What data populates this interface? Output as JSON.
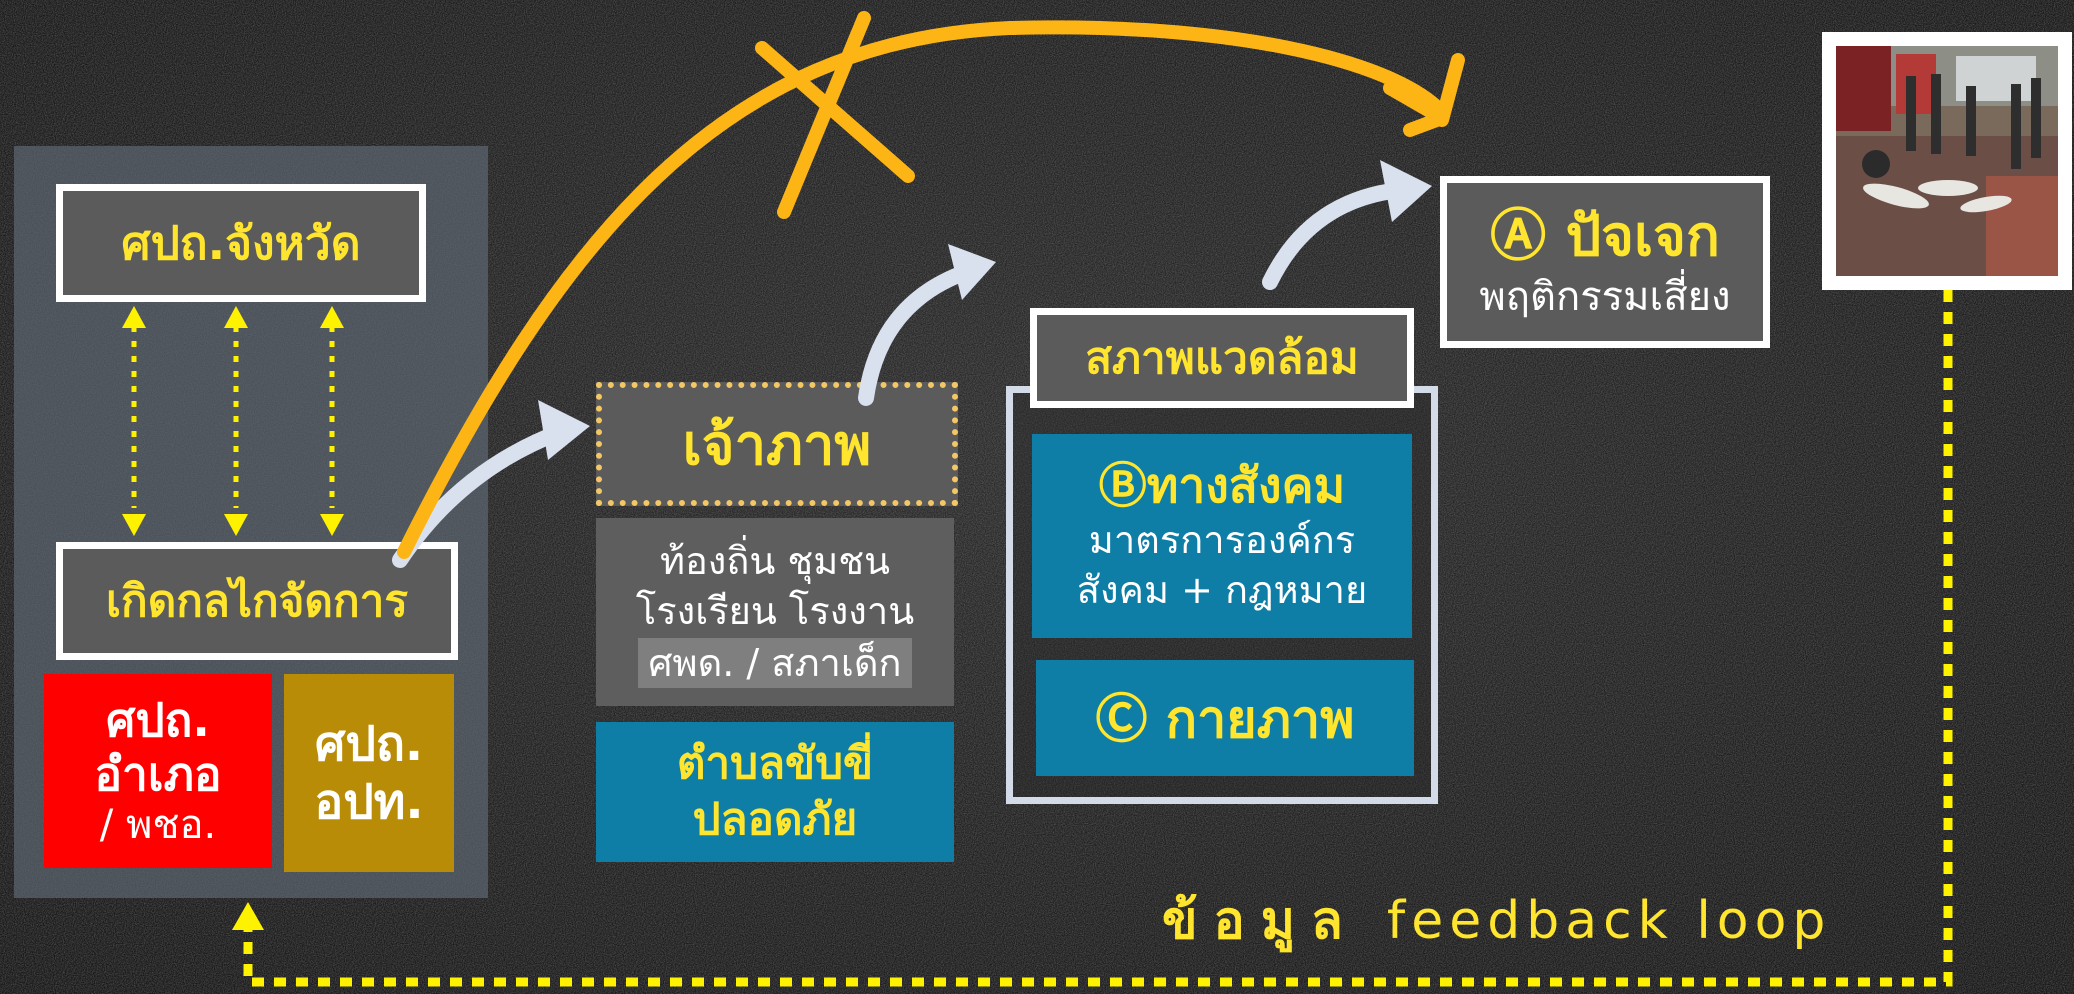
{
  "left_panel": {
    "province_center": "ศปถ.จังหวัด",
    "mechanism": "เกิดกลไกจัดการ",
    "district_center": {
      "line1": "ศปถ.",
      "line2": "อำเภอ",
      "line3": "/ พชอ."
    },
    "local_center": {
      "line1": "ศปถ.",
      "line2": "อปท."
    }
  },
  "host": {
    "title": "เจ้าภาพ",
    "community": {
      "line1": "ท้องถิ่น ชุมชน",
      "line2": "โรงเรียน โรงงาน",
      "line3": "ศพด. / สภาเด็ก"
    },
    "tambon": {
      "line1": "ตำบลขับขี่",
      "line2": "ปลอดภัย"
    }
  },
  "environment": {
    "title": "สภาพแวดล้อม",
    "social": {
      "title": "Ⓑทางสังคม",
      "line1": "มาตรการองค์กร",
      "line2": "สังคม + กฎหมาย"
    },
    "physical": "Ⓒ กายภาพ"
  },
  "individual": {
    "title": "Ⓐ ปัจเจก",
    "subtitle": "พฤติกรรมเสี่ยง"
  },
  "feedback": {
    "thai": "ข้อมูล",
    "english": "feedback loop"
  },
  "colors": {
    "yellow_text": "#ffe52e",
    "red_box": "#ff0000",
    "gold_box": "#b98c08",
    "blue_box": "#0f7ea6",
    "orange_arrow": "#fdb515",
    "dotted_arrow": "#fff200"
  }
}
